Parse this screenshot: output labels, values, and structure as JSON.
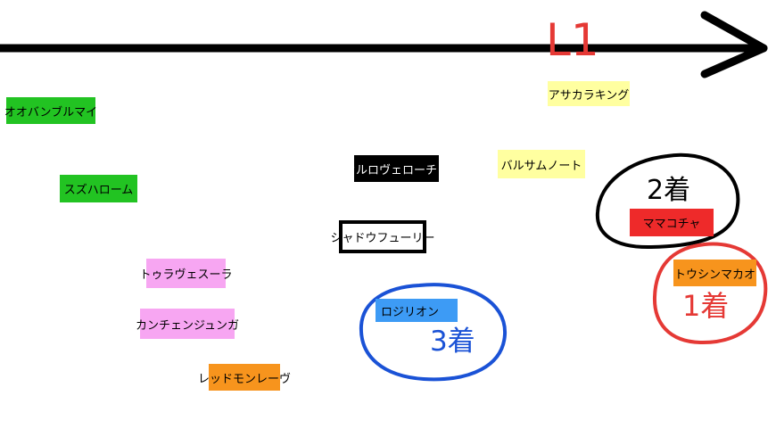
{
  "lap_marker": {
    "label": "L1",
    "color": "#e53935"
  },
  "horses": [
    {
      "name": "オオバンブルマイ",
      "color": "#22c322"
    },
    {
      "name": "スズハローム",
      "color": "#22c322"
    },
    {
      "name": "トゥラヴェスーラ",
      "color": "#f7a6f2"
    },
    {
      "name": "カンチェンジュンガ",
      "color": "#f7a6f2"
    },
    {
      "name": "レッドモンレーヴ",
      "color": "#f7941d"
    },
    {
      "name": "カルロヴェローチェ",
      "color": "#000000"
    },
    {
      "name": "シャドウフューリー",
      "color": "#ffffff"
    },
    {
      "name": "ロジリオン",
      "color": "#3d9bf5"
    },
    {
      "name": "アサカラキング",
      "color": "#ffffa0"
    },
    {
      "name": "バルサムノート",
      "color": "#ffffa0"
    },
    {
      "name": "ママコチャ",
      "color": "#ee2a2a"
    },
    {
      "name": "トウシンマカオ",
      "color": "#f7941d"
    }
  ],
  "results": [
    {
      "label": "1着",
      "color": "#e53935"
    },
    {
      "label": "2着",
      "color": "#000000"
    },
    {
      "label": "3着",
      "color": "#1a52d6"
    }
  ]
}
